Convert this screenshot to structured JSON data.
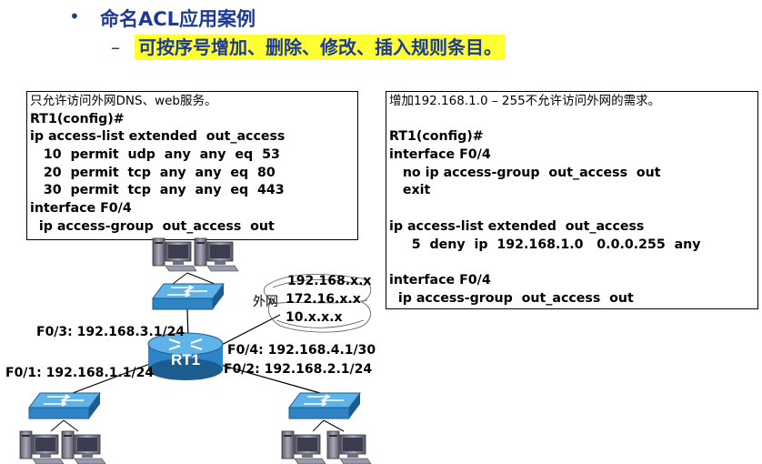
{
  "header": {
    "title": "命名ACL应用案例",
    "subtitle": "可按序号增加、删除、修改、插入规则条目。"
  },
  "left_box": {
    "lines": [
      "只允许访问外网DNS、web服务。",
      "RT1(config)#",
      "ip access-list extended  out_access",
      "   10  permit  udp  any  any  eq  53",
      "   20  permit  tcp  any  any  eq  80",
      "   30  permit  tcp  any  any  eq  443",
      "interface F0/4",
      "  ip access-group  out_access  out"
    ]
  },
  "right_box": {
    "lines": [
      "增加192.168.1.0 – 255不允许访问外网的需求。",
      "",
      "RT1(config)#",
      "interface F0/4",
      "   no ip access-group  out_access  out",
      "   exit",
      "",
      "ip access-list extended  out_access",
      "     5  deny  ip  192.168.1.0   0.0.0.255  any",
      "",
      "interface F0/4",
      "  ip access-group  out_access  out"
    ]
  },
  "diagram": {
    "router_label": "RT1",
    "f03": "F0/3: 192.168.3.1/24",
    "f01": "F0/1: 192.168.1.1/24",
    "f04": "F0/4: 192.168.4.1/30",
    "f02": "F0/2: 192.168.2.1/24",
    "external_label": "外网",
    "external_nets": [
      "192.168.x.x",
      "172.16.x.x",
      "10.x.x.x"
    ]
  },
  "colors": {
    "title": "#1f3a93",
    "highlight": "#ffff33",
    "device_blue": "#2e84c6",
    "device_dark": "#1b5d8e",
    "pc_gray": "#7a7a8c"
  }
}
